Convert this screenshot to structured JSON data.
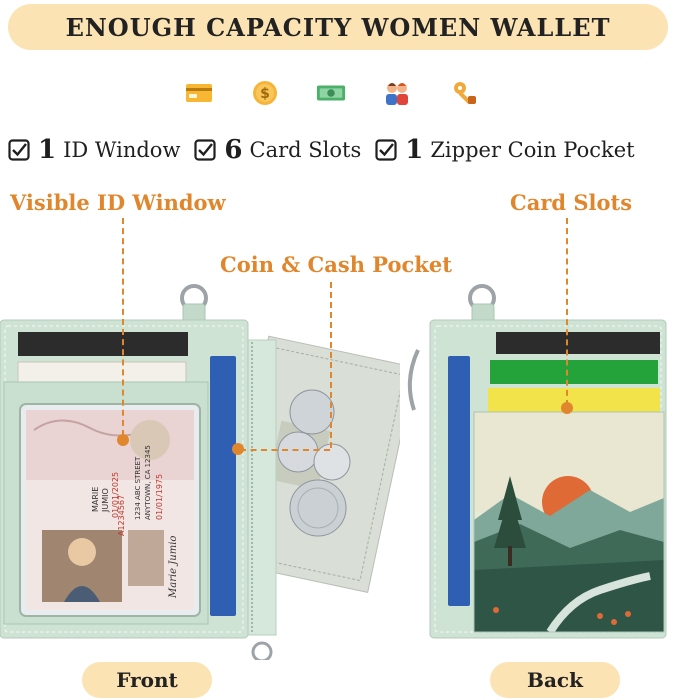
{
  "title": "ENOUGH CAPACITY WOMEN WALLET",
  "icons": [
    "credit-card-icon",
    "coin-icon",
    "cash-icon",
    "family-icon",
    "key-icon"
  ],
  "features": [
    {
      "num": "1",
      "text": "ID Window"
    },
    {
      "num": "6",
      "text": "Card Slots"
    },
    {
      "num": "1",
      "text": "Zipper Coin Pocket"
    }
  ],
  "callouts": {
    "id_window": "Visible ID Window",
    "coin_pocket": "Coin & Cash Pocket",
    "card_slots": "Card Slots"
  },
  "id_card": {
    "id_no": "A1234567",
    "exp": "01/01/2025",
    "ln": "JUMIO",
    "fn": "MARIE",
    "address_1": "1234 ABC STREET",
    "address_2": "ANYTOWN, CA 12345",
    "dob": "01/01/1975",
    "signature": "Marie Jumio"
  },
  "labels": {
    "front": "Front",
    "back": "Back"
  },
  "colors": {
    "accent": "#e0872d",
    "pill": "#fbe3b3",
    "wallet": "#cfe3d5"
  }
}
